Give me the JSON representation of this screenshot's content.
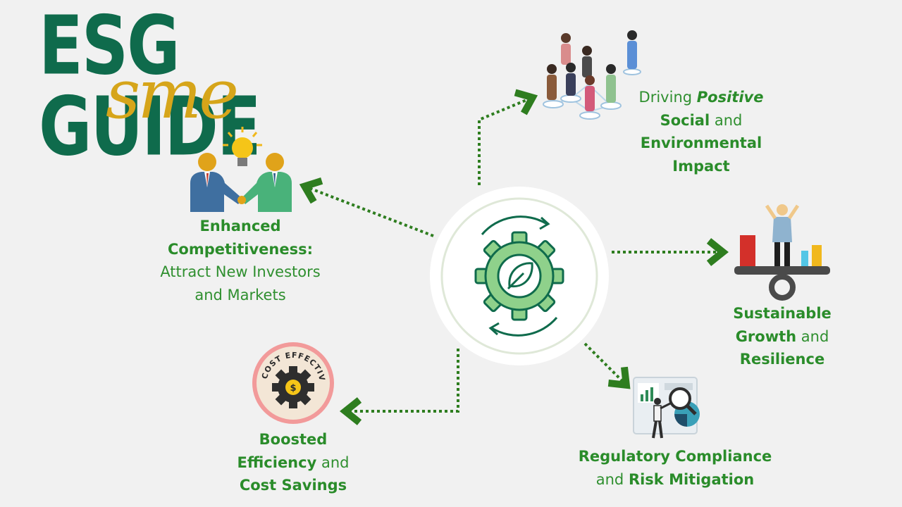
{
  "logo": {
    "title": "ESG GUIDE",
    "script": "sme"
  },
  "icons": {
    "cost_badge": "COST EFFECTIVE",
    "cost_coin": "$"
  },
  "benefits": {
    "social": {
      "line1_a": "Driving ",
      "line1_b": "Positive",
      "line2_a": "Social",
      "line2_b": " and",
      "line3": "Environmental",
      "line4": "Impact"
    },
    "competitiveness": {
      "line1": "Enhanced",
      "line2": "Competitiveness:",
      "line3": "Attract New Investors",
      "line4": "and Markets"
    },
    "growth": {
      "line1": "Sustainable",
      "line2_a": "Growth",
      "line2_b": " and",
      "line3": "Resilience"
    },
    "efficiency": {
      "line1": "Boosted",
      "line2_a": "Efficiency",
      "line2_b": " and",
      "line3": "Cost Savings"
    },
    "compliance": {
      "line1": "Regulatory Compliance",
      "line2_a": "and ",
      "line2_b": "Risk Mitigation"
    }
  },
  "colors": {
    "logo_green": "#0f6b4c",
    "logo_gold": "#d6a51a",
    "text_green": "#2f8f2f",
    "arrow_green": "#2e7d1f",
    "hub_green": "#8fd18b"
  }
}
